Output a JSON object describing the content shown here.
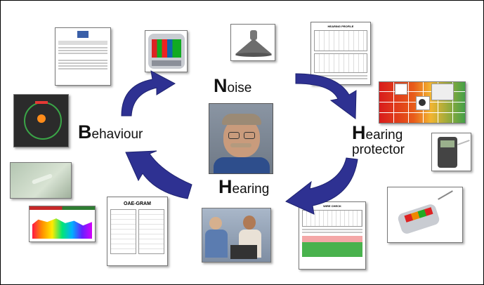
{
  "stages": {
    "noise": {
      "initial": "N",
      "rest": "oise"
    },
    "hearing_protector": {
      "initial": "H",
      "line1_rest": "earing",
      "line2": "protector"
    },
    "hearing": {
      "initial": "H",
      "rest": "earing"
    },
    "behaviour": {
      "initial": "B",
      "rest": "ehaviour"
    }
  },
  "documents": {
    "oae_gram": {
      "title": "OAE-GRAM"
    },
    "noise_profile": {
      "title": "HEARING PROFILE"
    },
    "wire_check": {
      "title": "WIRE CHECK"
    }
  },
  "colors": {
    "arrow": "#2e3192",
    "arrow_dark": "#1f2370"
  }
}
